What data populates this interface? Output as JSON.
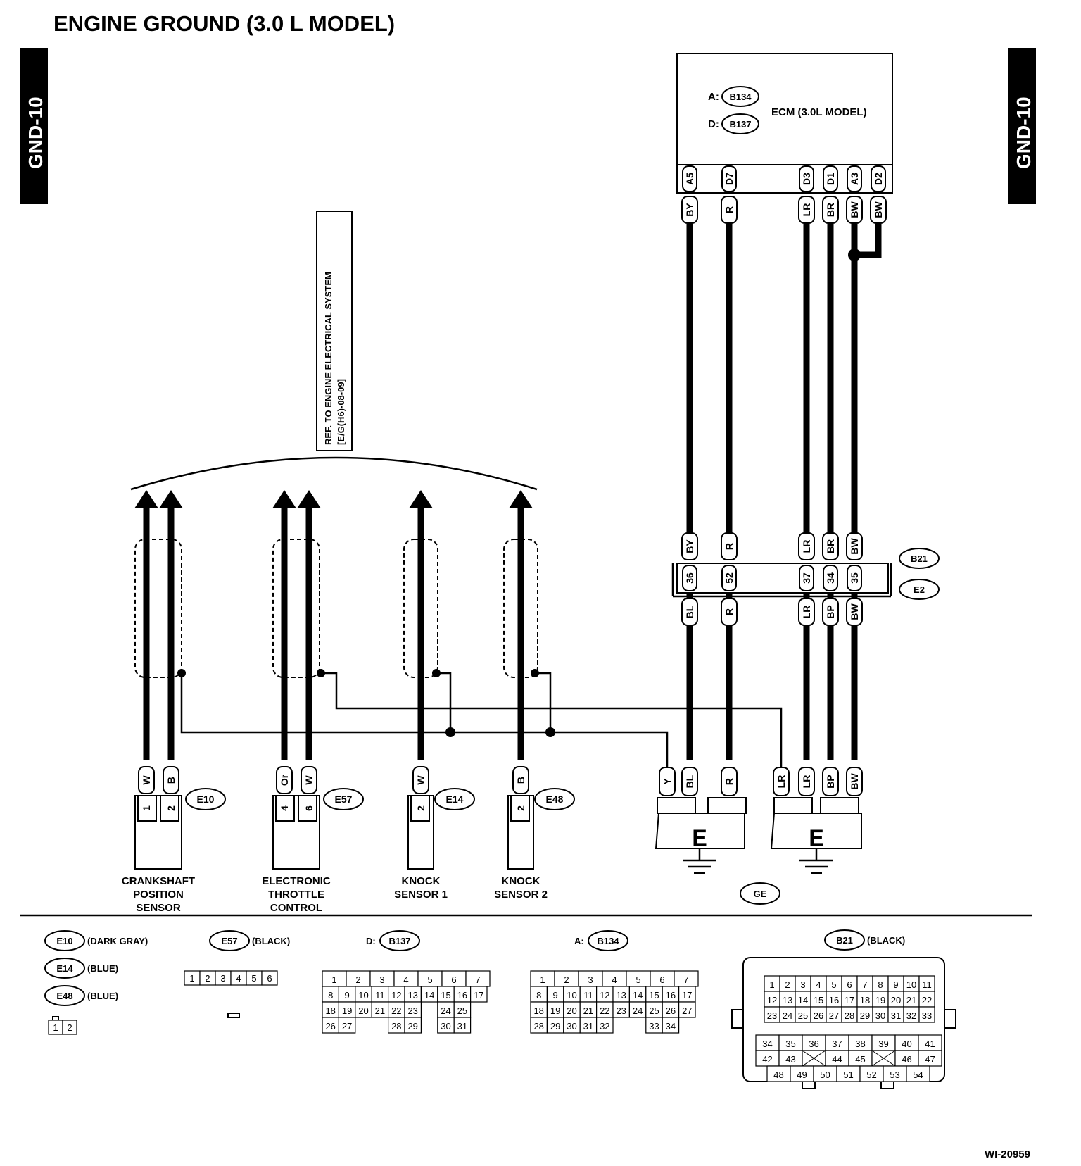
{
  "title": "ENGINE GROUND (3.0 L MODEL)",
  "page_tab": "GND-10",
  "figure_id": "WI-20959",
  "ref_note": {
    "line1": "REF. TO ENGINE ELECTRICAL SYSTEM",
    "line2": "[E/G(H6)-08-09]"
  },
  "ecm": {
    "label": "ECM (3.0L MODEL)",
    "conn_a_prefix": "A:",
    "conn_a": "B134",
    "conn_d_prefix": "D:",
    "conn_d": "B137",
    "pins": [
      "A5",
      "D7",
      "D3",
      "D1",
      "A3",
      "D2"
    ],
    "wires": [
      "BY",
      "R",
      "LR",
      "BR",
      "BW",
      "BW"
    ]
  },
  "joint": {
    "upper": "B21",
    "lower": "E2",
    "pins": [
      "36",
      "52",
      "37",
      "34",
      "35"
    ],
    "upper_wires": [
      "BY",
      "R",
      "LR",
      "BR",
      "BW"
    ],
    "lower_wires": [
      "BL",
      "R",
      "LR",
      "BP",
      "BW"
    ]
  },
  "sensors": [
    {
      "conn": "E10",
      "wires": [
        "W",
        "B"
      ],
      "pins": [
        "1",
        "2"
      ],
      "name": [
        "CRANKSHAFT",
        "POSITION",
        "SENSOR"
      ]
    },
    {
      "conn": "E57",
      "wires": [
        "Or",
        "W"
      ],
      "pins": [
        "4",
        "6"
      ],
      "name": [
        "ELECTRONIC",
        "THROTTLE",
        "CONTROL"
      ]
    },
    {
      "conn": "E14",
      "wires": [
        "W"
      ],
      "pins": [
        "2"
      ],
      "name": [
        "KNOCK",
        "SENSOR 1"
      ]
    },
    {
      "conn": "E48",
      "wires": [
        "B"
      ],
      "pins": [
        "2"
      ],
      "name": [
        "KNOCK",
        "SENSOR 2"
      ]
    }
  ],
  "ground": {
    "terminal": "E",
    "ge": "GE",
    "left_wires": [
      "Y",
      "BL",
      "R"
    ],
    "right_wires": [
      "LR",
      "LR",
      "BP",
      "BW"
    ]
  },
  "legend": {
    "e10": {
      "conn": "E10",
      "color": "(DARK GRAY)"
    },
    "e14": {
      "conn": "E14",
      "color": "(BLUE)"
    },
    "e48": {
      "conn": "E48",
      "color": "(BLUE)"
    },
    "e57": {
      "conn": "E57",
      "color": "(BLACK)"
    },
    "d_prefix": "D:",
    "d_conn": "B137",
    "a_prefix": "A:",
    "a_conn": "B134",
    "b21": {
      "conn": "B21",
      "color": "(BLACK)"
    },
    "two_pin": [
      [
        "1",
        "2"
      ]
    ],
    "six_pin": [
      [
        "1",
        "2",
        "3",
        "4",
        "5",
        "6"
      ]
    ],
    "b137_rows": [
      [
        "1",
        "2",
        "3",
        "4",
        "5",
        "6",
        "7"
      ],
      [
        "8",
        "9",
        "10",
        "11",
        "12",
        "13",
        "14",
        "15",
        "16",
        "17"
      ],
      [
        "18",
        "19",
        "20",
        "21",
        "22",
        "23",
        "",
        "24",
        "25"
      ],
      [
        "26",
        "27",
        "",
        "",
        "28",
        "29",
        "",
        "30",
        "31"
      ]
    ],
    "b134_rows": [
      [
        "1",
        "2",
        "3",
        "4",
        "5",
        "6",
        "7"
      ],
      [
        "8",
        "9",
        "10",
        "11",
        "12",
        "13",
        "14",
        "15",
        "16",
        "17"
      ],
      [
        "18",
        "19",
        "20",
        "21",
        "22",
        "23",
        "24",
        "25",
        "26",
        "27"
      ],
      [
        "28",
        "29",
        "30",
        "31",
        "32",
        "",
        "",
        "33",
        "34"
      ]
    ],
    "b21_rows": [
      [
        "1",
        "2",
        "3",
        "4",
        "5",
        "6",
        "7",
        "8",
        "9",
        "10",
        "11"
      ],
      [
        "12",
        "13",
        "14",
        "15",
        "16",
        "17",
        "18",
        "19",
        "20",
        "21",
        "22"
      ],
      [
        "23",
        "24",
        "25",
        "26",
        "27",
        "28",
        "29",
        "30",
        "31",
        "32",
        "33"
      ],
      [
        "34",
        "35",
        "36",
        "37",
        "38",
        "39",
        "40",
        "41"
      ],
      [
        "42",
        "43",
        "X",
        "44",
        "45",
        "X",
        "46",
        "47"
      ],
      [
        "48",
        "49",
        "50",
        "51",
        "52",
        "53",
        "54"
      ]
    ]
  }
}
